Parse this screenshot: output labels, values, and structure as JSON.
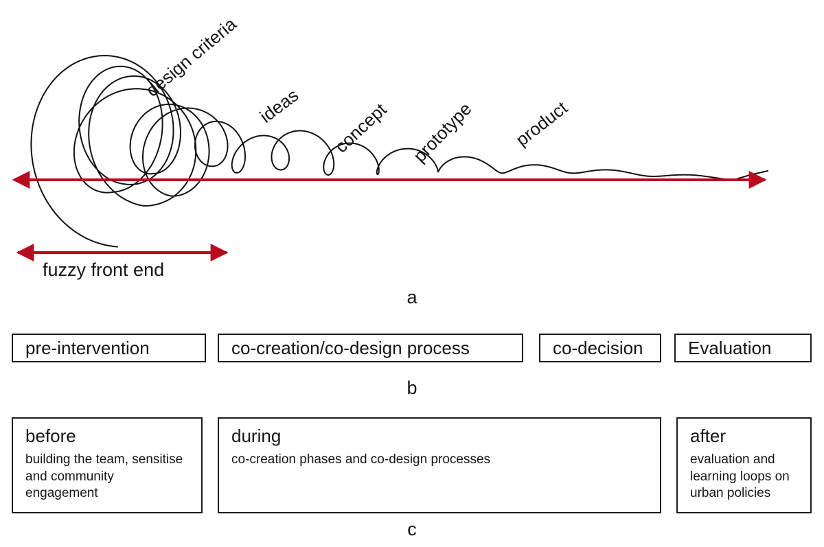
{
  "colors": {
    "accent_red": "#b60d1e",
    "ink": "#161616",
    "background": "#ffffff"
  },
  "panel_a": {
    "labels": {
      "design_criteria": "design criteria",
      "ideas": "ideas",
      "concept": "concept",
      "prototype": "prototype",
      "product": "product"
    },
    "fuzzy_front_end": "fuzzy front end",
    "caption": "a"
  },
  "panel_b": {
    "boxes": [
      "pre-intervention",
      "co-creation/co-design process",
      "co-decision",
      "Evaluation"
    ],
    "caption": "b"
  },
  "panel_c": {
    "boxes": [
      {
        "title": "before",
        "description": "building the team, sensitise and community engagement"
      },
      {
        "title": "during",
        "description": "co-creation phases and co-design processes"
      },
      {
        "title": "after",
        "description": "evaluation and learning loops on urban policies"
      }
    ],
    "caption": "c"
  }
}
